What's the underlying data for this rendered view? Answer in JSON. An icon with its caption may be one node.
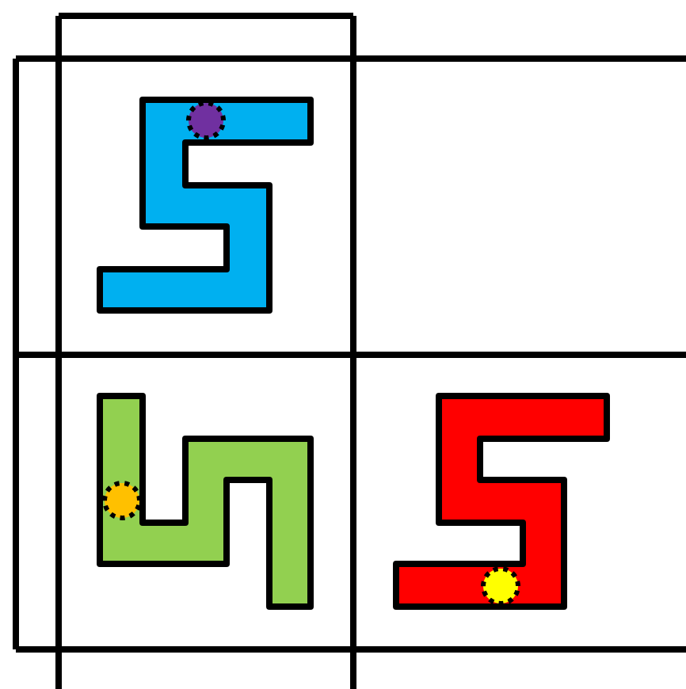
{
  "diagram": {
    "nodes": [
      {
        "text": [],
        "shape": "polygon"
      },
      {
        "text": [],
        "shape": "polygon"
      },
      {
        "text": [],
        "shape": "polygon"
      }
    ]
  }
}
